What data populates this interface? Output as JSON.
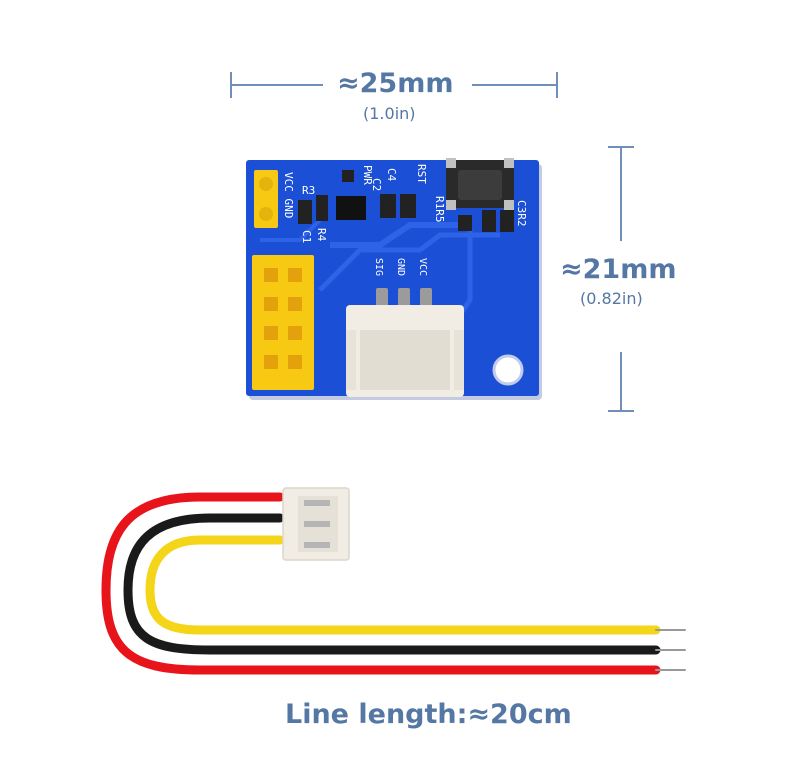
{
  "dimensions": {
    "width_label": "≈25mm",
    "width_sub": "(1.0in)",
    "height_label": "≈21mm",
    "height_sub": "(0.82in)"
  },
  "caption": "Line length:≈20cm",
  "board": {
    "silkscreen": {
      "vcc_gnd": "VCC GND",
      "r3": "R3",
      "r4": "R4",
      "c1": "C1",
      "pwr": "PWR",
      "c4": "C4",
      "c2": "C2",
      "rst": "RST",
      "r1r5": "R1R5",
      "c3r2": "C3R2",
      "sig": "SIG",
      "gnd": "GND",
      "vcc": "VCC"
    },
    "colors": {
      "pcb": "#1a4fd6",
      "header": "#f7c913",
      "connector": "#f1ede4"
    }
  },
  "cable": {
    "wire_colors": [
      "#e8141c",
      "#1a1a1a",
      "#f4d51a"
    ]
  }
}
